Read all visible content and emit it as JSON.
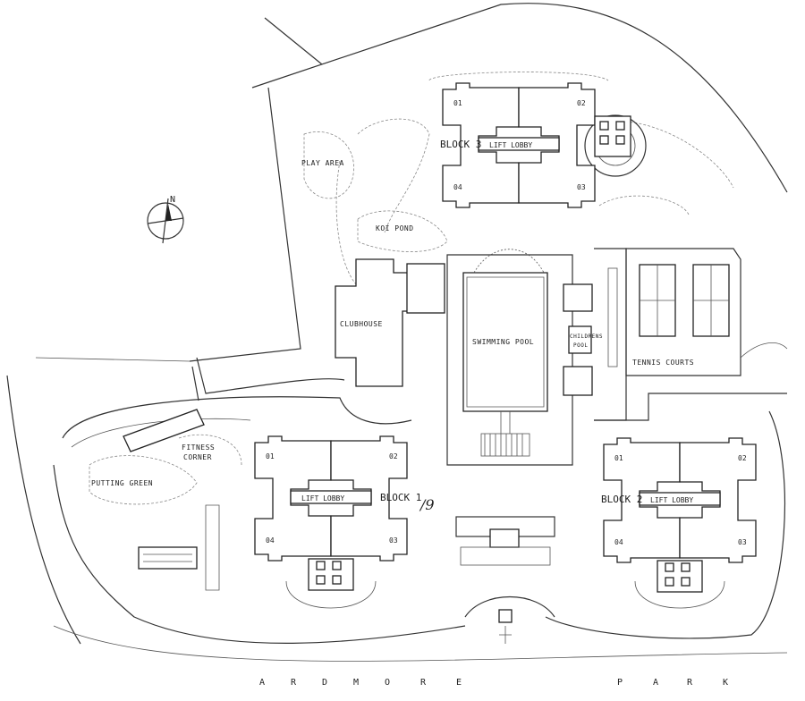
{
  "plan": {
    "north_label": "N",
    "areas": {
      "play_area": "PLAY AREA",
      "koi_pond": "KOI POND",
      "clubhouse": "CLUBHOUSE",
      "swimming_pool": "SWIMMING POOL",
      "childrens_pool_1": "CHILDRENS",
      "childrens_pool_2": "POOL",
      "tennis_courts": "TENNIS COURTS",
      "fitness_1": "FITNESS",
      "fitness_2": "CORNER",
      "putting_green": "PUTTING GREEN"
    },
    "blocks": [
      {
        "name": "BLOCK 3",
        "lobby": "LIFT LOBBY",
        "units": [
          "01",
          "02",
          "03",
          "04"
        ]
      },
      {
        "name": "BLOCK 1",
        "lobby": "LIFT LOBBY",
        "units": [
          "01",
          "02",
          "03",
          "04"
        ],
        "annotation": "/9"
      },
      {
        "name": "BLOCK 2",
        "lobby": "LIFT LOBBY",
        "units": [
          "01",
          "02",
          "03",
          "04"
        ]
      }
    ],
    "road_letters": [
      "A",
      "R",
      "D",
      "M",
      "O",
      "R",
      "E",
      "P",
      "A",
      "R",
      "K"
    ]
  }
}
